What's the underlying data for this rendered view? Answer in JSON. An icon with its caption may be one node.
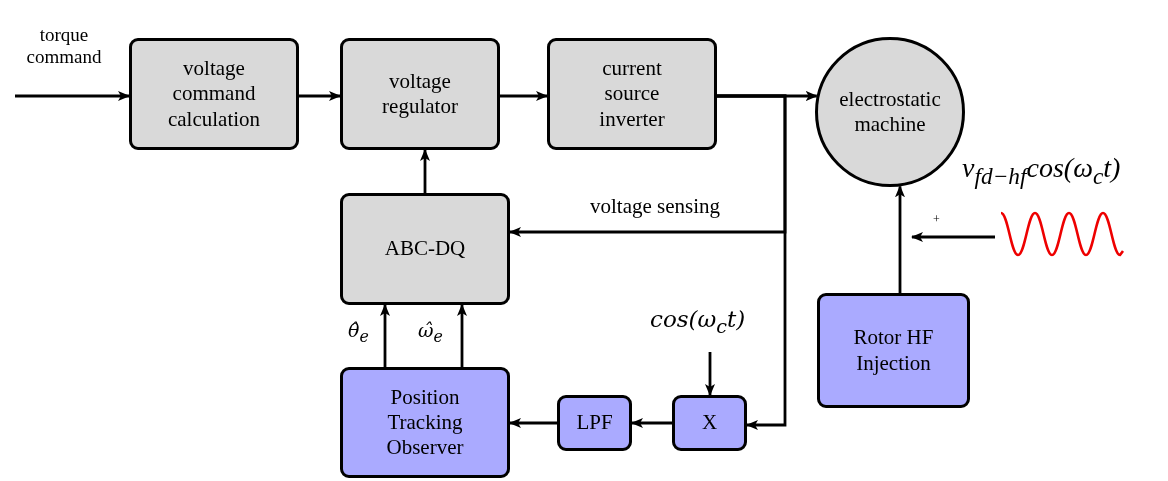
{
  "diagram": {
    "nodes": [
      {
        "text": [
          "voltage command calculation"
        ]
      },
      {
        "text": [
          "voltage regulator"
        ]
      },
      {
        "text": [
          "current source inverter"
        ]
      },
      {
        "text": [
          "electrostatic machine"
        ]
      },
      {
        "text": [
          "ABC-DQ"
        ]
      },
      {
        "text": [
          "Position Tracking Observer"
        ]
      },
      {
        "text": [
          "LPF"
        ]
      },
      {
        "text": [
          "X"
        ]
      },
      {
        "text": [
          "Rotor HF Injection"
        ]
      },
      {
        "text": [],
        "shape": "picture"
      }
    ],
    "edges": [
      {
        "from": null,
        "to": 0,
        "arrow": "to",
        "label": "torque command"
      },
      {
        "from": 0,
        "to": 1,
        "arrow": "to"
      },
      {
        "from": 1,
        "to": 2,
        "arrow": "to"
      },
      {
        "from": 2,
        "to": 3,
        "arrow": "to"
      },
      {
        "from": 2,
        "to": 4,
        "arrow": "to",
        "label": "voltage sensing"
      },
      {
        "from": 2,
        "to": 7,
        "arrow": "to"
      },
      {
        "from": 4,
        "to": 1,
        "arrow": "to"
      },
      {
        "from": 5,
        "to": 4,
        "arrow": "to",
        "label": "θ̂$_{e}$"
      },
      {
        "from": 5,
        "to": 4,
        "arrow": "to",
        "label": "ω̂$_{e}$"
      },
      {
        "from": 7,
        "to": 6,
        "arrow": "to"
      },
      {
        "from": 6,
        "to": 5,
        "arrow": "to"
      },
      {
        "from": null,
        "to": 7,
        "arrow": "to",
        "label": "cos(ω$_{c}$t)"
      },
      {
        "from": 8,
        "to": 3,
        "arrow": "to"
      },
      {
        "from": 9,
        "to": null,
        "arrow": "to",
        "label": "+"
      }
    ],
    "labels": [
      "v$_{fd−hf}$cos(ω$_{c}$t)"
    ]
  }
}
